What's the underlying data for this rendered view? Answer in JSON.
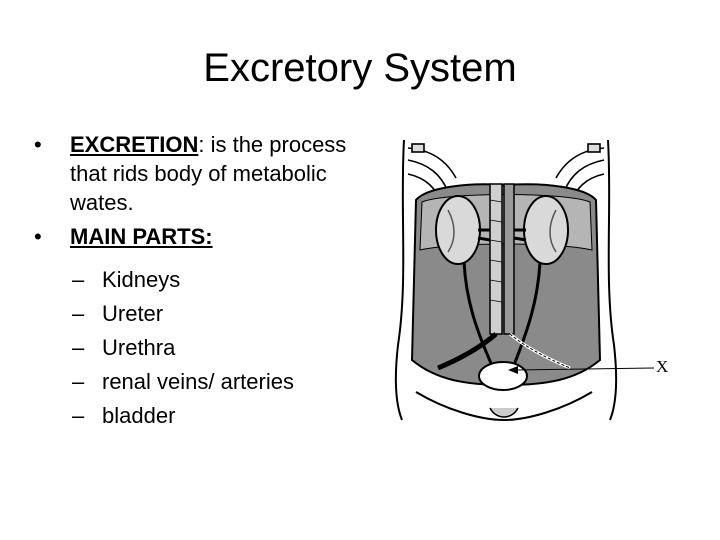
{
  "slide": {
    "title": "Excretory System",
    "bullets": [
      {
        "bullet_symbol": "•",
        "term": "EXCRETION",
        "text": ": is the process that rids body of metabolic wates."
      },
      {
        "bullet_symbol": "•",
        "term": "MAIN PARTS:",
        "text": ""
      }
    ],
    "main_parts": {
      "dash_symbol": "–",
      "items": [
        "Kidneys",
        "Ureter",
        "Urethra",
        "renal veins/ arteries",
        "bladder"
      ]
    }
  },
  "figure": {
    "icon": "excretory-system-diagram",
    "label": "X"
  }
}
